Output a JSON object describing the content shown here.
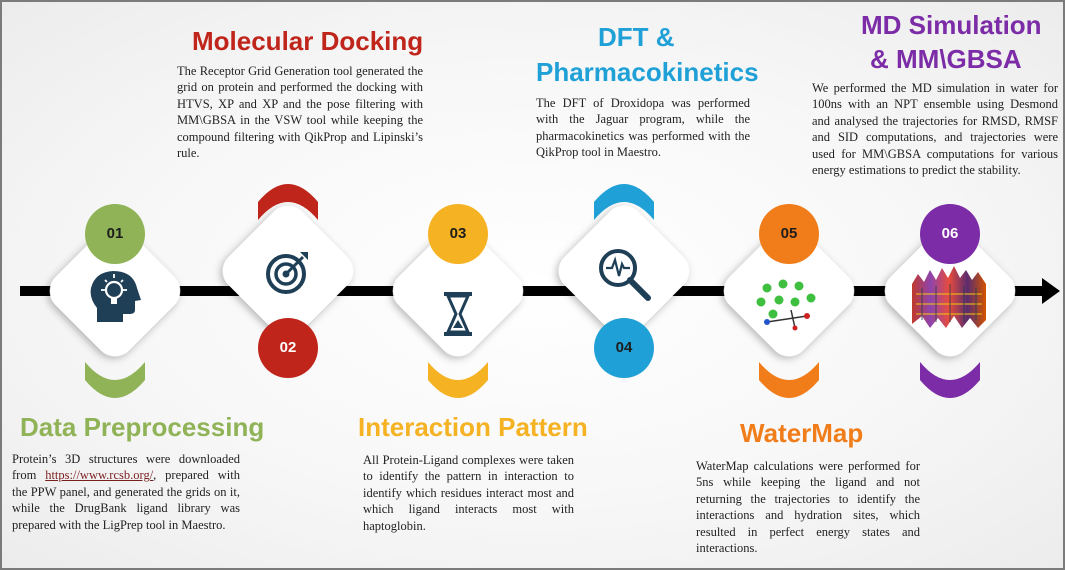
{
  "colors": {
    "green": "#8fb356",
    "red": "#c0251b",
    "yellow": "#f5b223",
    "blue": "#1fa1d7",
    "orange": "#f07d1a",
    "purple": "#7b2ca6",
    "icon": "#1f3f57",
    "arrow": "#000000"
  },
  "steps": [
    {
      "number": "01",
      "title": "Data Preprocessing",
      "icon": "head-lightbulb-icon",
      "description_pre": "Protein’s 3D structures were downloaded from ",
      "link": "https://www.rcsb.org/",
      "description_post": ", prepared with the PPW panel, and generated the grids on it, while the DrugBank ligand library was prepared with the LigPrep tool in Maestro."
    },
    {
      "number": "02",
      "title": "Molecular Docking",
      "icon": "target-icon",
      "description": "The Receptor Grid Generation tool generated the grid on protein and performed the docking with HTVS, XP and XP and the pose filtering with MM\\GBSA in the VSW tool while keeping the compound filtering with QikProp and Lipinski’s rule."
    },
    {
      "number": "03",
      "title": "Interaction Pattern",
      "icon": "hourglass-icon",
      "description": "All Protein-Ligand complexes were taken to identify the pattern in interaction to identify which residues interact most and which ligand interacts most with haptoglobin."
    },
    {
      "number": "04",
      "title_line1": "DFT &",
      "title_line2": "Pharmacokinetics",
      "icon": "magnifier-pulse-icon",
      "description": "The DFT of Droxidopa was performed with the Jaguar program, while the pharmacokinetics was performed with the QikProp tool in Maestro."
    },
    {
      "number": "05",
      "title": "WaterMap",
      "icon": "water-molecules-icon",
      "description": "WaterMap calculations were performed for 5ns while keeping the ligand and not returning the trajectories to identify the interactions and hydration sites, which resulted in perfect energy states and interactions."
    },
    {
      "number": "06",
      "title_line1": "MD Simulation",
      "title_line2": "& MM\\GBSA",
      "icon": "heatmap-icon",
      "description": "We performed the MD simulation in water for 100ns with an NPT ensemble using Desmond and analysed the trajectories for RMSD, RMSF and SID computations, and trajectories were used for MM\\GBSA computations for various energy estimations to predict the stability."
    }
  ]
}
